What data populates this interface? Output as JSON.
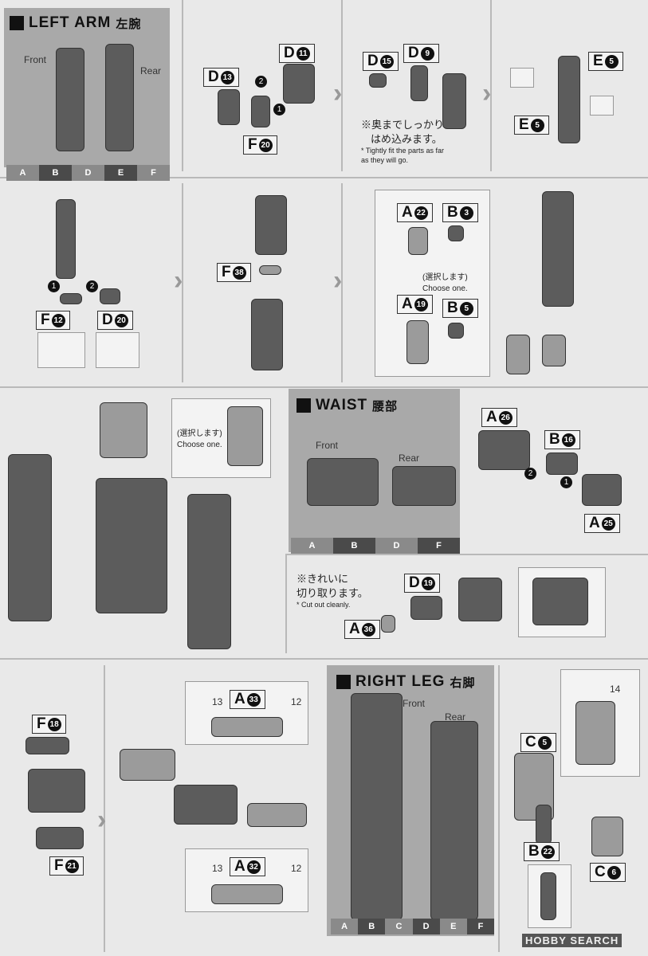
{
  "sections": {
    "left_arm": {
      "title": "LEFT ARM",
      "title_jp": "左腕",
      "front": "Front",
      "rear": "Rear",
      "runners": [
        "A",
        "B",
        "D",
        "E",
        "F"
      ]
    },
    "waist": {
      "title": "WAIST",
      "title_jp": "腰部",
      "front": "Front",
      "rear": "Rear",
      "runners": [
        "A",
        "B",
        "D",
        "F"
      ]
    },
    "right_leg": {
      "title": "RIGHT LEG",
      "title_jp": "右脚",
      "front": "Front",
      "rear": "Rear",
      "runners": [
        "A",
        "B",
        "C",
        "D",
        "E",
        "F"
      ]
    }
  },
  "parts": [
    {
      "l": "D",
      "n": "11"
    },
    {
      "l": "D",
      "n": "13"
    },
    {
      "l": "F",
      "n": "20"
    },
    {
      "l": "D",
      "n": "15"
    },
    {
      "l": "D",
      "n": "9"
    },
    {
      "l": "E",
      "n": "5"
    },
    {
      "l": "E",
      "n": "5"
    },
    {
      "l": "F",
      "n": "12"
    },
    {
      "l": "D",
      "n": "20"
    },
    {
      "l": "F",
      "n": "38"
    },
    {
      "l": "A",
      "n": "22"
    },
    {
      "l": "B",
      "n": "3"
    },
    {
      "l": "A",
      "n": "19"
    },
    {
      "l": "B",
      "n": "5"
    },
    {
      "l": "A",
      "n": "26"
    },
    {
      "l": "B",
      "n": "16"
    },
    {
      "l": "A",
      "n": "25"
    },
    {
      "l": "D",
      "n": "19"
    },
    {
      "l": "A",
      "n": "36"
    },
    {
      "l": "F",
      "n": "18"
    },
    {
      "l": "F",
      "n": "21"
    },
    {
      "l": "A",
      "n": "33"
    },
    {
      "l": "A",
      "n": "32"
    },
    {
      "l": "C",
      "n": "5"
    },
    {
      "l": "C",
      "n": "6"
    },
    {
      "l": "B",
      "n": "22"
    }
  ],
  "notes": {
    "fit_jp1": "※奥までしっかり",
    "fit_jp2": "はめ込みます。",
    "fit_en": "* Tightly fit the parts as far as they will go.",
    "choose_jp": "(選択します)",
    "choose_en": "Choose one.",
    "cut_jp1": "※きれいに",
    "cut_jp2": "切り取ります。",
    "cut_en": "* Cut out cleanly."
  },
  "sticker_numbers": [
    "13",
    "12",
    "13",
    "12",
    "14"
  ],
  "steps": [
    "1",
    "2"
  ],
  "watermark": "HOBBY SEARCH"
}
